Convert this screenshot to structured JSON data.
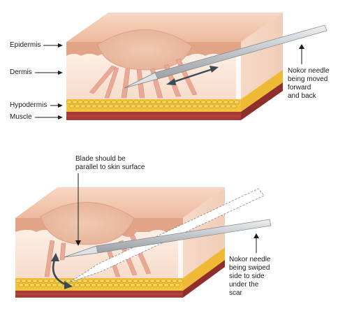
{
  "layers": {
    "epidermis": "Epidermis",
    "dermis": "Dermis",
    "hypodermis": "Hypodermis",
    "muscle": "Muscle"
  },
  "top_panel": {
    "annotation_line1": "Nokor needle",
    "annotation_line2": "being moved",
    "annotation_line3": "forward",
    "annotation_line4": "and back"
  },
  "bottom_panel": {
    "blade_note_line1": "Blade should be",
    "blade_note_line2": "parallel to skin surface",
    "annotation_line1": "Nokor needle",
    "annotation_line2": "being swiped",
    "annotation_line3": "side to side",
    "annotation_line4": "under the",
    "annotation_line5": "scar"
  },
  "colors": {
    "skin_top": "#f2c8b0",
    "epidermis": "#e4a88c",
    "dermis": "#fbe6d8",
    "fat": "#f3c640",
    "muscle": "#a83a36",
    "needle": "#c8cccf",
    "arrow": "#3d4a52"
  }
}
